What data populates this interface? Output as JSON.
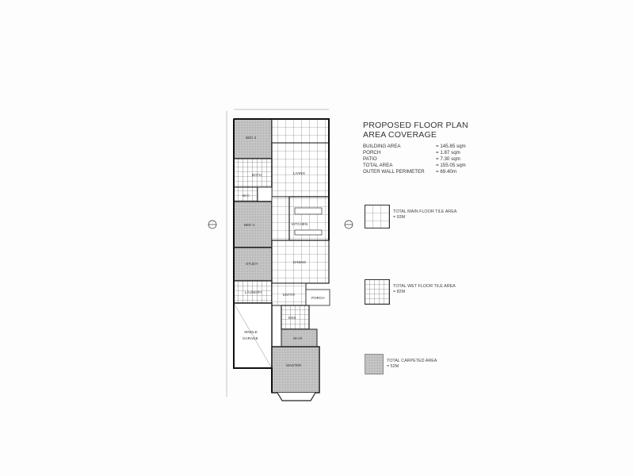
{
  "plan": {
    "title_line1": "PROPOSED FLOOR PLAN",
    "title_line2": "AREA COVERAGE",
    "areas": [
      {
        "label": "BUILDING AREA",
        "value": "= 145.85 sqm"
      },
      {
        "label": "PORCH",
        "value": "= 1.87 sqm"
      },
      {
        "label": "PATIO",
        "value": "= 7.30 sqm"
      },
      {
        "label": "TOTAL AREA",
        "value": "= 155.05 sqm"
      },
      {
        "label": "OUTER WALL PERIMETER",
        "value": "= 69.40m"
      }
    ],
    "rooms": {
      "bed2": "BED 2",
      "bath": "BATH",
      "wc": "W.C",
      "living": "LIVING",
      "bed3": "BED 3",
      "kitchen": "KITCHEN",
      "study": "STUDY",
      "dining": "DINING",
      "laundry": "LAUNDRY",
      "entry": "ENTRY",
      "porch": "PORCH",
      "single_garage": "SINGLE GARAGE",
      "wir": "W.I.R",
      "ens": "ENS",
      "master": "MASTER"
    },
    "legend": [
      {
        "pattern": "large-tile",
        "line1": "TOTAL MAIN FLOOR TILE AREA",
        "line2": "= 93M"
      },
      {
        "pattern": "small-tile",
        "line1": "TOTAL WET FLOOR TILE AREA",
        "line2": "= 82M"
      },
      {
        "pattern": "carpet",
        "line1": "TOTAL CARPETED AREA",
        "line2": "= 52M"
      }
    ]
  }
}
